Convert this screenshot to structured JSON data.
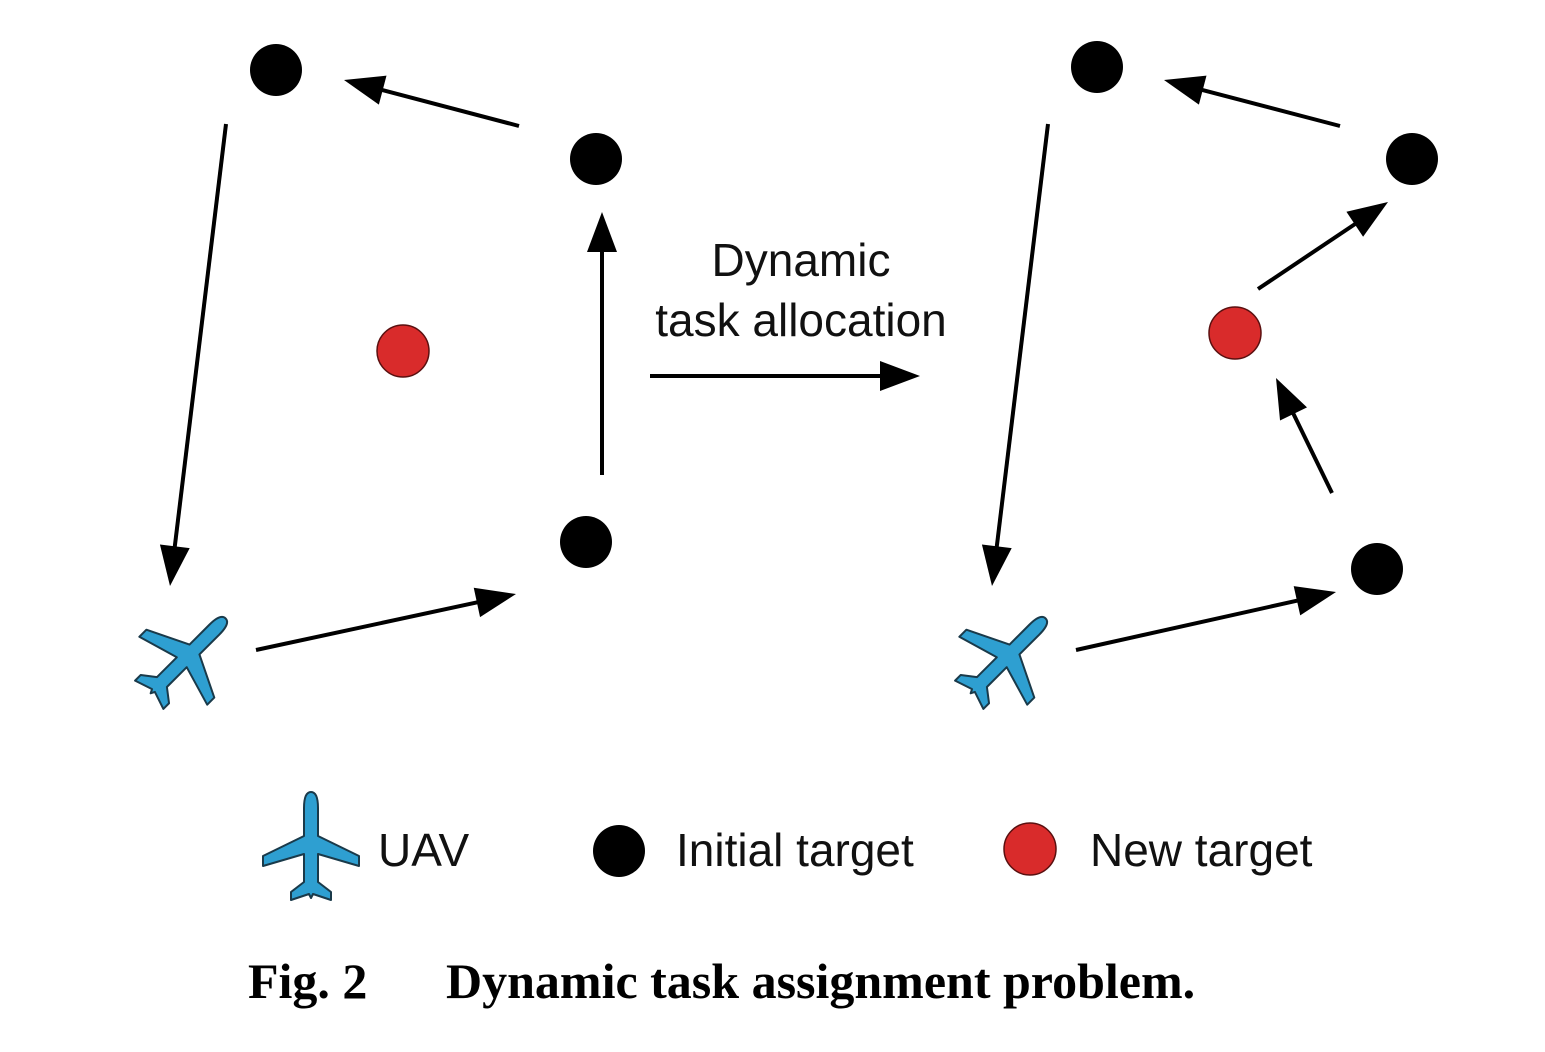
{
  "diagram": {
    "middle_label_line1": "Dynamic",
    "middle_label_line2": "task allocation"
  },
  "legend": {
    "uav": "UAV",
    "initial_target": "Initial target",
    "new_target": "New target"
  },
  "caption": {
    "figure_number": "Fig. 2",
    "title": "Dynamic task assignment problem."
  },
  "colors": {
    "uav": "#2e9fd1",
    "uav_outline": "#1a3a4a",
    "initial_target": "#000000",
    "new_target": "#d92b2b",
    "arrow": "#000000"
  },
  "icons": {
    "uav": "airplane-icon",
    "initial_target": "black-dot-icon",
    "new_target": "red-dot-icon"
  }
}
